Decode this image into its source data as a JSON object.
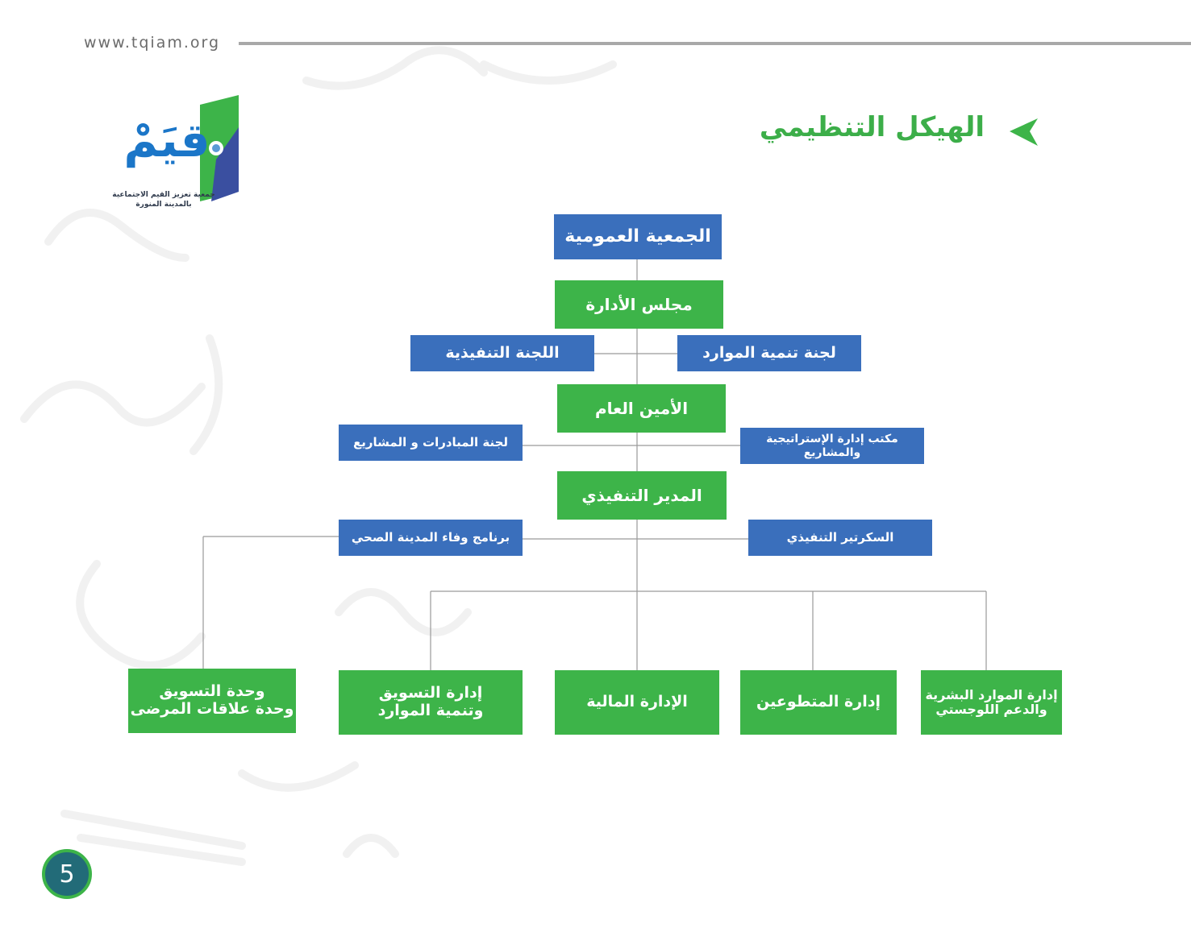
{
  "header": {
    "site_url": "www.tqiam.org"
  },
  "logo": {
    "wordmark": "قيَمْ",
    "caption_line1": "جمعية تعزيز القيم الاجتماعية",
    "caption_line2": "بالمدينة المنورة"
  },
  "page_title": "الهيكل التنظيمي",
  "org_chart": {
    "general_assembly": "الجمعية العمومية",
    "board": "مجلس الأدارة",
    "executive_committee": "اللجنة التنفيذية",
    "resource_dev_committee": "لجنة تنمية الموارد",
    "secretary_general": "الأمين العام",
    "initiatives_committee": "لجنة المبادرات و المشاريع",
    "strategy_office": "مكتب إدارة الإستراتيجية والمشاريع",
    "executive_director": "المدير التنفيذي",
    "wafaa_program": "برنامج وفاء المدينة الصحي",
    "executive_secretary": "السكرتير التنفيذي",
    "marketing_unit_line1": "وحدة التسويق",
    "marketing_unit_line2": "وحدة علاقات المرضى",
    "marketing_dept_line1": "إدارة التسويق",
    "marketing_dept_line2": "وتنمية الموارد",
    "finance_dept": "الإدارة المالية",
    "volunteers_dept": "إدارة المتطوعين",
    "hr_dept_line1": "إدارة الموارد البشرية",
    "hr_dept_line2": "والدعم اللوجستي"
  },
  "colors": {
    "blue_box": "#3a6fbc",
    "green_box": "#3db449",
    "title_green": "#3cae49",
    "badge_teal": "#226b78"
  },
  "footer": {
    "page_number": "5"
  }
}
